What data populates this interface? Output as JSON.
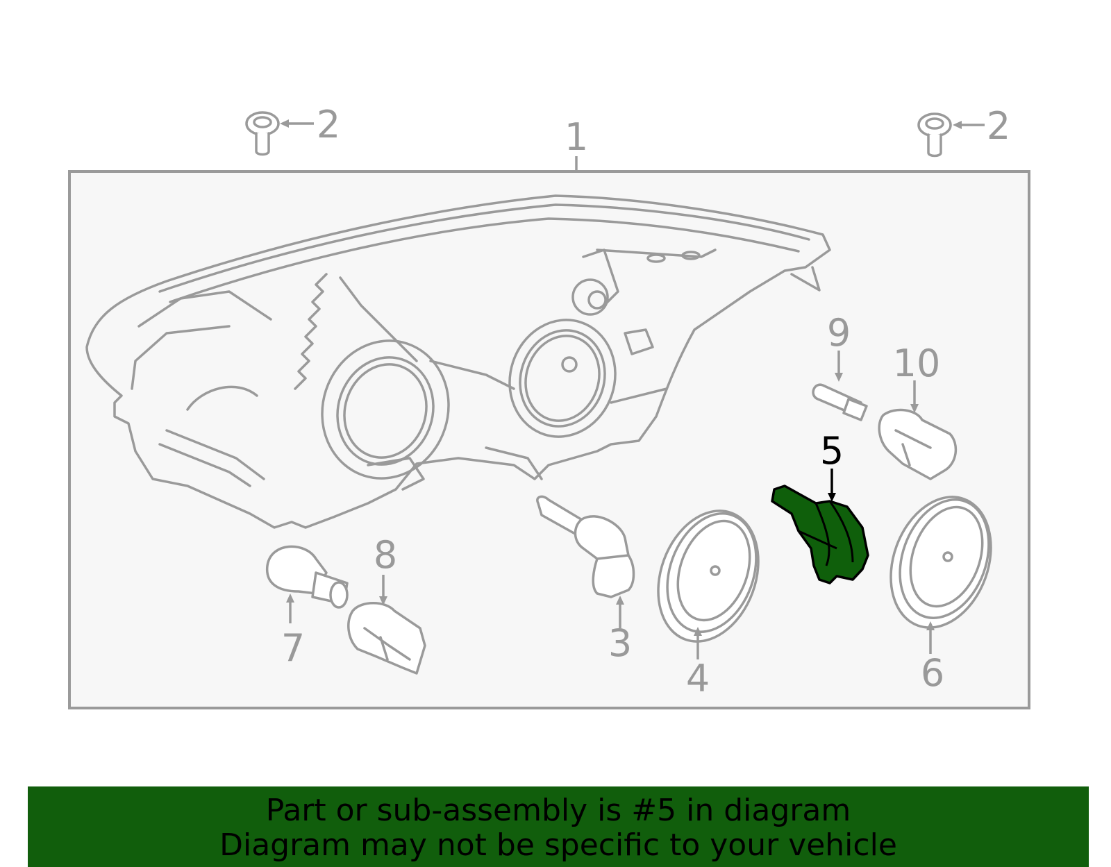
{
  "diagram": {
    "highlight_color": "#0f5f0b",
    "line_color": "#9a9a9a",
    "callouts": {
      "c1": "1",
      "c2a": "2",
      "c2b": "2",
      "c3": "3",
      "c4": "4",
      "c5": "5",
      "c6": "6",
      "c7": "7",
      "c8": "8",
      "c9": "9",
      "c10": "10"
    }
  },
  "banner": {
    "line1": "Part or sub-assembly is #5 in diagram",
    "line2": "Diagram may not be specific to your vehicle",
    "background": "#115e0c"
  }
}
